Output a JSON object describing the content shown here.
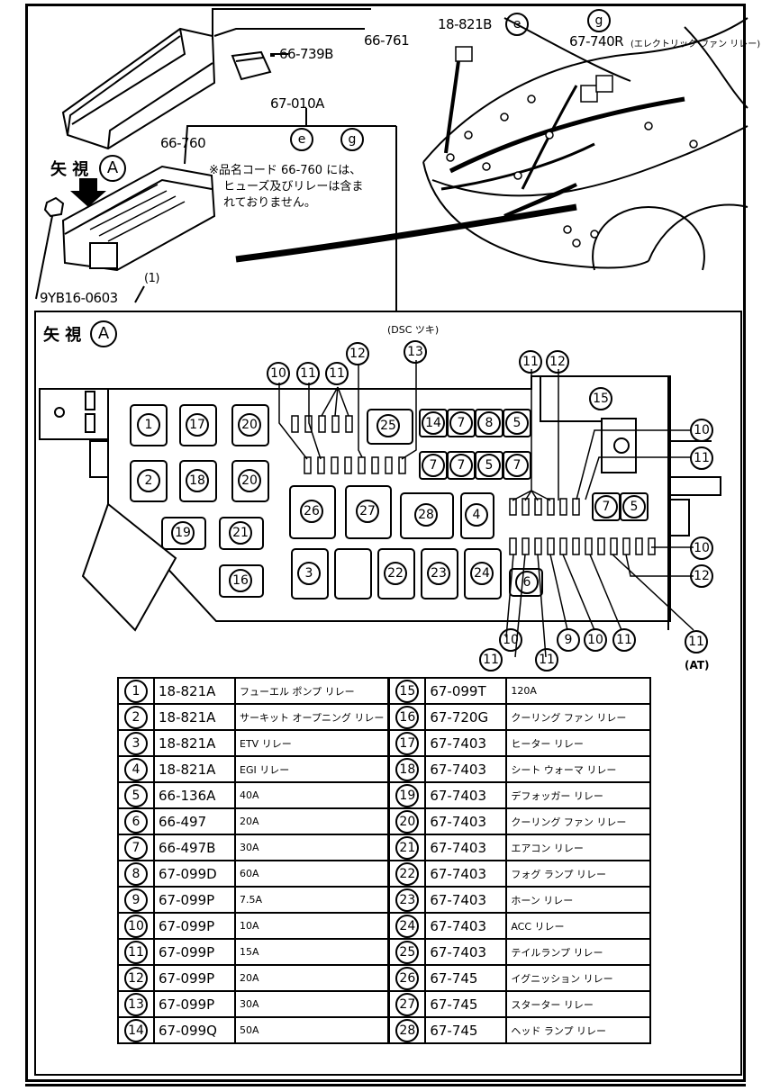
{
  "top": {
    "part_66_761": "66-761",
    "part_66_739b": "66-739B",
    "part_67_010a": "67-010A",
    "part_66_760": "66-760",
    "part_18_821b": "18-821B",
    "part_67_740r": "67-740R",
    "fan_relay_note": "(エレクトリック ファン リレー)",
    "tag_e": "e",
    "tag_g": "g",
    "view_label": "矢 視",
    "view_letter": "A",
    "note_line1": "※品名コード 66-760 には、",
    "note_line2": "ヒューズ及びリレーは含ま",
    "note_line3": "れておりません。",
    "paren_1": "(1)",
    "part_9yb16": "9YB16-0603"
  },
  "view": {
    "title": "矢 視",
    "letter": "A",
    "dsc_note": "(DSC ツキ)",
    "at_note": "(AT)"
  },
  "fusebox_labels": [
    "1",
    "17",
    "20",
    "2",
    "18",
    "20",
    "19",
    "21",
    "16",
    "26",
    "27",
    "28",
    "4",
    "3",
    "22",
    "23",
    "24",
    "6",
    "25",
    "14",
    "7",
    "8",
    "5",
    "7",
    "7",
    "5",
    "7",
    "15",
    "7",
    "5"
  ],
  "callouts": [
    "10",
    "11",
    "11",
    "12",
    "13",
    "11",
    "12",
    "15",
    "10",
    "11",
    "10",
    "12",
    "11",
    "10",
    "11",
    "9",
    "10",
    "11",
    "11"
  ],
  "legend_left": [
    {
      "n": "1",
      "part": "18-821A",
      "desc": "フューエル ポンプ リレー"
    },
    {
      "n": "2",
      "part": "18-821A",
      "desc": "サーキット オープニング リレー"
    },
    {
      "n": "3",
      "part": "18-821A",
      "desc": "ETV リレー"
    },
    {
      "n": "4",
      "part": "18-821A",
      "desc": "EGI リレー"
    },
    {
      "n": "5",
      "part": "66-136A",
      "desc": "40A"
    },
    {
      "n": "6",
      "part": "66-497",
      "desc": "20A"
    },
    {
      "n": "7",
      "part": "66-497B",
      "desc": "30A"
    },
    {
      "n": "8",
      "part": "67-099D",
      "desc": "60A"
    },
    {
      "n": "9",
      "part": "67-099P",
      "desc": "7.5A"
    },
    {
      "n": "10",
      "part": "67-099P",
      "desc": "10A"
    },
    {
      "n": "11",
      "part": "67-099P",
      "desc": "15A"
    },
    {
      "n": "12",
      "part": "67-099P",
      "desc": "20A"
    },
    {
      "n": "13",
      "part": "67-099P",
      "desc": "30A"
    },
    {
      "n": "14",
      "part": "67-099Q",
      "desc": "50A"
    }
  ],
  "legend_right": [
    {
      "n": "15",
      "part": "67-099T",
      "desc": "120A"
    },
    {
      "n": "16",
      "part": "67-720G",
      "desc": "クーリング ファン リレー"
    },
    {
      "n": "17",
      "part": "67-7403",
      "desc": "ヒーター リレー"
    },
    {
      "n": "18",
      "part": "67-7403",
      "desc": "シート ウォーマ リレー"
    },
    {
      "n": "19",
      "part": "67-7403",
      "desc": "デフォッガー リレー"
    },
    {
      "n": "20",
      "part": "67-7403",
      "desc": "クーリング ファン リレー"
    },
    {
      "n": "21",
      "part": "67-7403",
      "desc": "エアコン リレー"
    },
    {
      "n": "22",
      "part": "67-7403",
      "desc": "フォグ ランプ リレー"
    },
    {
      "n": "23",
      "part": "67-7403",
      "desc": "ホーン リレー"
    },
    {
      "n": "24",
      "part": "67-7403",
      "desc": "ACC リレー"
    },
    {
      "n": "25",
      "part": "67-7403",
      "desc": "テイルランプ リレー"
    },
    {
      "n": "26",
      "part": "67-745",
      "desc": "イグニッション リレー"
    },
    {
      "n": "27",
      "part": "67-745",
      "desc": "スターター リレー"
    },
    {
      "n": "28",
      "part": "67-745",
      "desc": "ヘッド ランプ リレー"
    }
  ]
}
